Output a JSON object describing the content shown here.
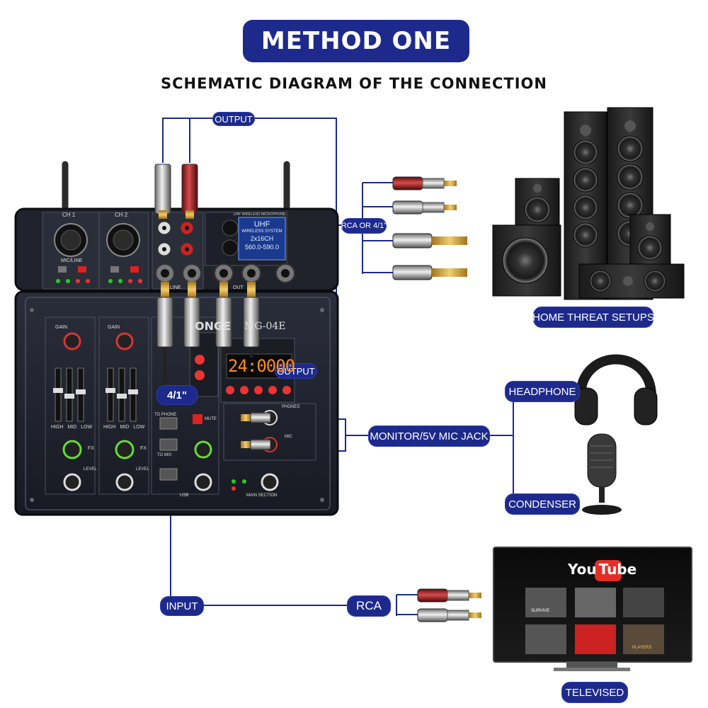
{
  "header": {
    "title": "METHOD ONE",
    "subtitle": "SCHEMATIC DIAGRAM OF THE CONNECTION"
  },
  "labels": {
    "output_top": "OUTPUT",
    "rca_or": "RCA OR 4/1\"",
    "home_theater": "HOME THREAT SETUPS",
    "output_mid": "OUTPUT",
    "quarter_inch": "4/1\"",
    "headphone": "HEADPHONE",
    "monitor": "MONITOR/5V MIC JACK",
    "condenser": "CONDENSER",
    "input": "INPUT",
    "rca": "RCA",
    "televised": "TELEVISED"
  },
  "mixer": {
    "ch1": "CH 1",
    "ch2": "CH 2",
    "brand": "ONGE",
    "model": "MG-04E",
    "uhf_title": "UHF WIRELESS MICROPHONE",
    "uhf_lines": [
      "UHF",
      "WIRELESS SYSTEM",
      "2x16CH",
      "560.0-590.0"
    ],
    "display": "24:0000",
    "gain": "GAIN",
    "eq": [
      "HIGH",
      "MID",
      "LOW"
    ],
    "fx": "FX",
    "level": "LEVEL",
    "line": "LINE",
    "out": "OUT",
    "phones": "PHONES",
    "mic": "MIC",
    "main_section": "MAIN SECTION",
    "usb": "USB",
    "to_phone": "TO PHONE",
    "to_mix": "TO MIX",
    "mute": "MUTE",
    "mic_line": "MIC/LINE"
  },
  "tv": {
    "logo_you": "You",
    "logo_tube": "Tube",
    "tiles": [
      "SURVIVE",
      "",
      "",
      "",
      "",
      "PLAYERS"
    ]
  },
  "colors": {
    "accent": "#1d2a8c",
    "accent_border": "#2b3cb0",
    "panel": "#1b1e27"
  }
}
